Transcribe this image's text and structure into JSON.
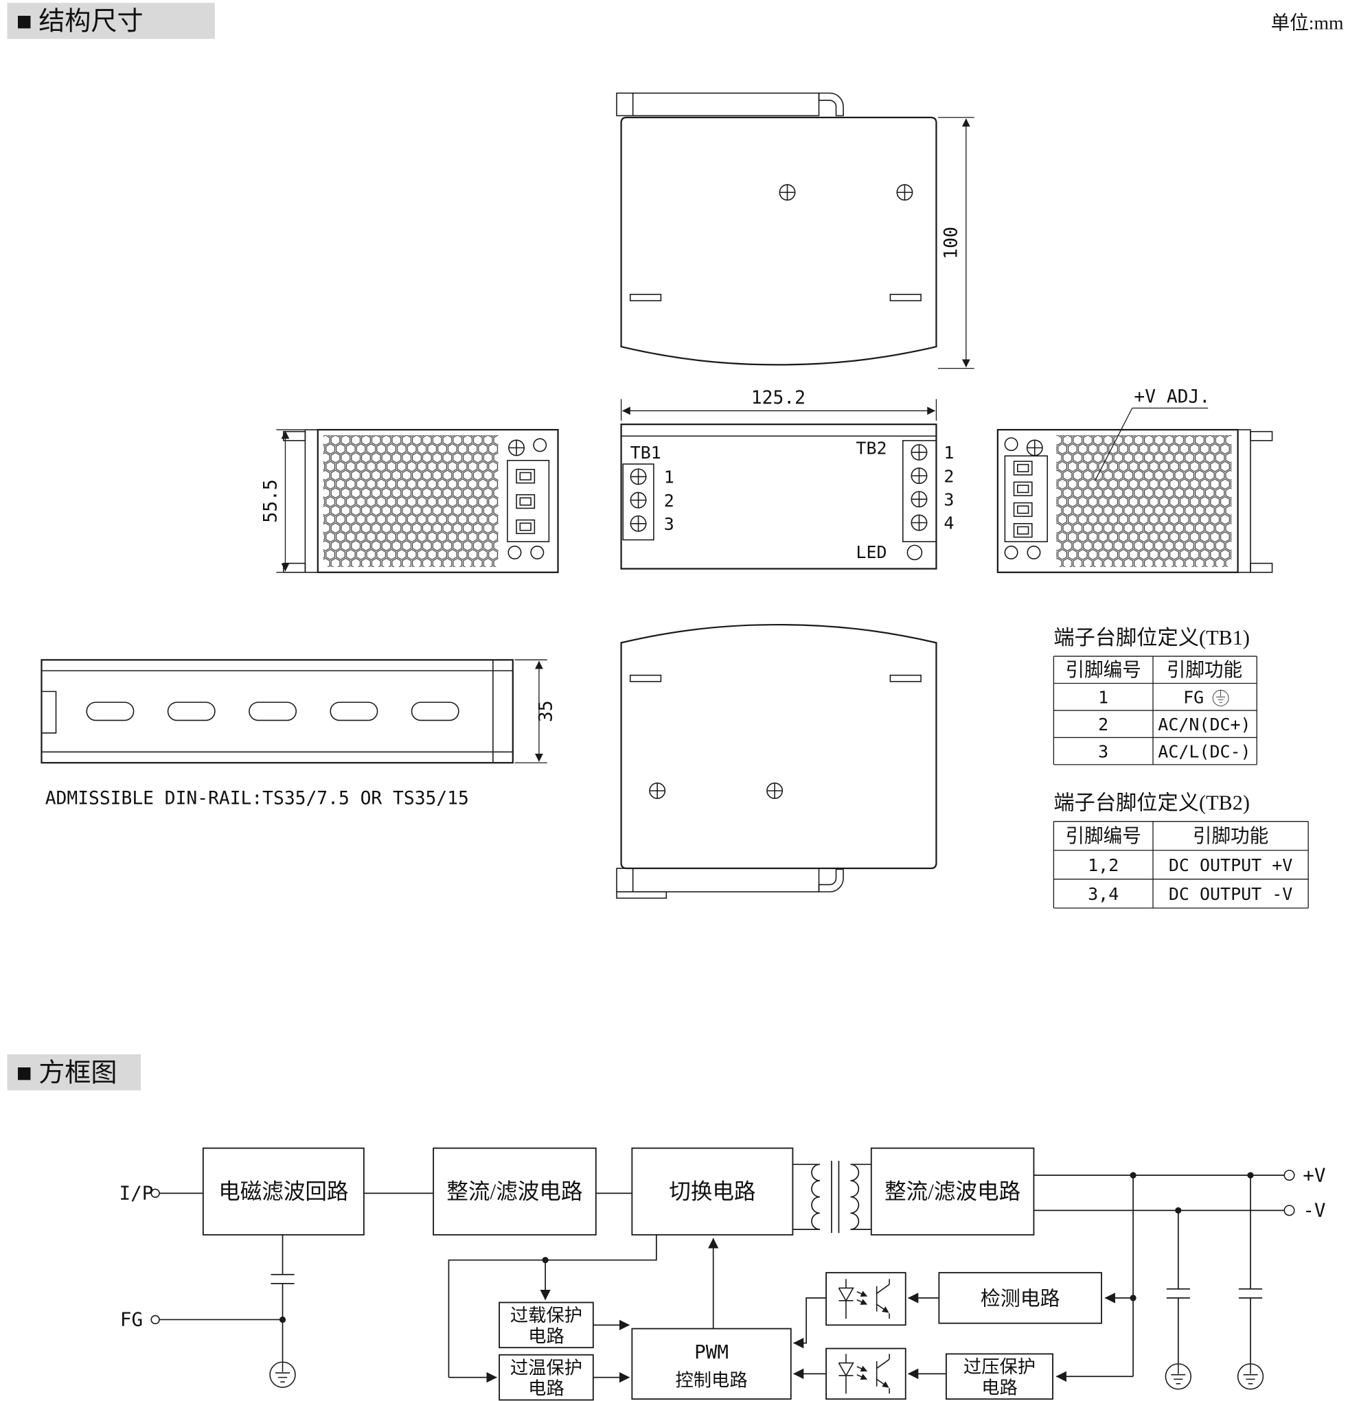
{
  "meta": {
    "unit_note": "单位:mm"
  },
  "sections": {
    "structure": "■ 结构尺寸",
    "block": "■ 方框图"
  },
  "dims": {
    "height": "100",
    "width": "125.2",
    "depth": "55.5",
    "rail": "35"
  },
  "front": {
    "tb1": "TB1",
    "tb2": "TB2",
    "led": "LED",
    "tb1_pins": [
      "1",
      "2",
      "3"
    ],
    "tb2_pins": [
      "1",
      "2",
      "3",
      "4"
    ]
  },
  "side": {
    "vadj": "+V ADJ."
  },
  "rail_note": "ADMISSIBLE DIN-RAIL:TS35/7.5 OR TS35/15",
  "tb1_table": {
    "title": "端子台脚位定义(TB1)",
    "col_pin": "引脚编号",
    "col_fn": "引脚功能",
    "rows": [
      {
        "pin": "1",
        "fn": "FG"
      },
      {
        "pin": "2",
        "fn": "AC/N(DC+)"
      },
      {
        "pin": "3",
        "fn": "AC/L(DC-)"
      }
    ]
  },
  "tb2_table": {
    "title": "端子台脚位定义(TB2)",
    "col_pin": "引脚编号",
    "col_fn": "引脚功能",
    "rows": [
      {
        "pin": "1,2",
        "fn": "DC OUTPUT +V"
      },
      {
        "pin": "3,4",
        "fn": "DC OUTPUT -V"
      }
    ]
  },
  "blocks": {
    "ip": "I/P",
    "fg": "FG",
    "vpos": "+V",
    "vneg": "-V",
    "emi": "电磁滤波回路",
    "rectifier_in": "整流/滤波电路",
    "switching": "切换电路",
    "rectifier_out": "整流/滤波电路",
    "overload_l1": "过载保护",
    "overload_l2": "电路",
    "overtemp_l1": "过温保护",
    "overtemp_l2": "电路",
    "pwm_l1": "PWM",
    "pwm_l2": "控制电路",
    "detect": "检测电路",
    "ovp_l1": "过压保护",
    "ovp_l2": "电路"
  },
  "colors": {
    "header_bg": "#d9d9d9",
    "line": "#1a1a1a"
  }
}
